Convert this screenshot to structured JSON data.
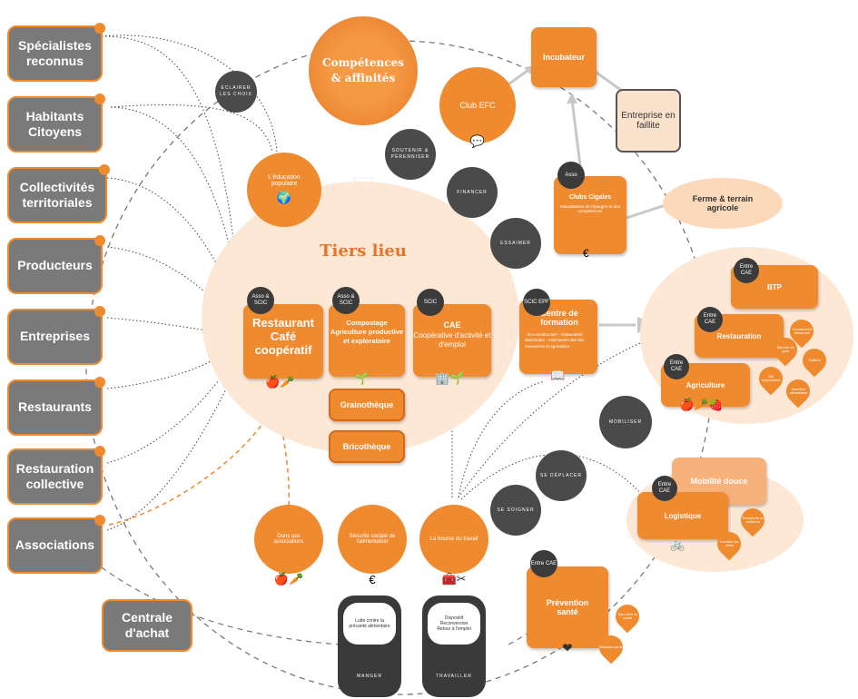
{
  "actors": [
    "Spécialistes reconnus",
    "Habitants Citoyens",
    "Collectivités territoriales",
    "Producteurs",
    "Entreprises",
    "Restaurants",
    "Restauration collective",
    "Associations"
  ],
  "centrale": "Centrale d'achat",
  "competences": "Compétences & affinités",
  "tiers_lieu": "Tiers lieu",
  "grey_circles": {
    "eclairer": "ECLAIRER LES CHOIX",
    "soutenir": "SOUTENIR & PÉRENNISER",
    "financer": "FINANCER",
    "essaimer": "ESSAIMER",
    "mobiliser": "MOBILISER",
    "se_deplacer": "SE DÉPLACER",
    "se_soigner": "SE SOIGNER"
  },
  "education": "L'éducation populaire",
  "club_efc": "Club EFC",
  "incubateur": "Incubateur",
  "faillite": "Entreprise en faillite",
  "cigales": {
    "tag": "Asso",
    "title": "Clubs Cigales",
    "text": "Mutualisation de l'épargne et des compétences"
  },
  "ferme": "Ferme & terrain agricole",
  "restaurant": {
    "tag": "Asso & SCIC",
    "title": "Restaurant Café coopératif"
  },
  "compostage": {
    "tag": "Asso & SCIC",
    "title": "Compostage Agriculture productive et exploratoire"
  },
  "cae": {
    "tag": "SCIC",
    "title": "CAE",
    "text": "Coopérative d'activité et d'emploi"
  },
  "formation": {
    "tag": "SCIC EPF",
    "title": "Centre de formation",
    "text": "- éco-construction - restauration alimentaire - valorisation des bio-ressources et agriculture"
  },
  "grainotheque": "Grainothèque",
  "bricotheque": "Bricothèque",
  "btp": {
    "tag": "Entre CAE",
    "title": "BTP"
  },
  "restauration": {
    "tag": "Entre CAE",
    "title": "Restauration"
  },
  "agriculture": {
    "tag": "Entre CAE",
    "title": "Agriculture"
  },
  "cluster_pins": [
    "Conserverie artisanale",
    "Marché de gros",
    "Traiteur",
    "Bio coopérative",
    "Insertion alimentaire"
  ],
  "mobilite": "Mobilité douce",
  "logistique": {
    "tag": "Entre CAE",
    "title": "Logistique"
  },
  "log_pins": [
    "Transports en commun",
    "Location de vélos"
  ],
  "prevention": {
    "tag": "Entre CAE",
    "title": "Prévention santé"
  },
  "prev_pins": [
    "Bien-être et santé",
    "Maisons santé"
  ],
  "bottom": {
    "dons": "Dons aux associations",
    "securite": "Sécurité sociale de l'alimentation",
    "bourse": "La bourse du travail"
  },
  "manger": {
    "text": "Lutte contre la précarité alimentaire",
    "label": "MANGER"
  },
  "travailler": {
    "text": "Dispositif Reconversion Retour à l'emploi",
    "label": "TRAVAILLER"
  },
  "colors": {
    "orange": "#f08a2e",
    "grey": "#7a7a7a",
    "dark": "#3a3a3a",
    "peach": "#fde8d6"
  }
}
